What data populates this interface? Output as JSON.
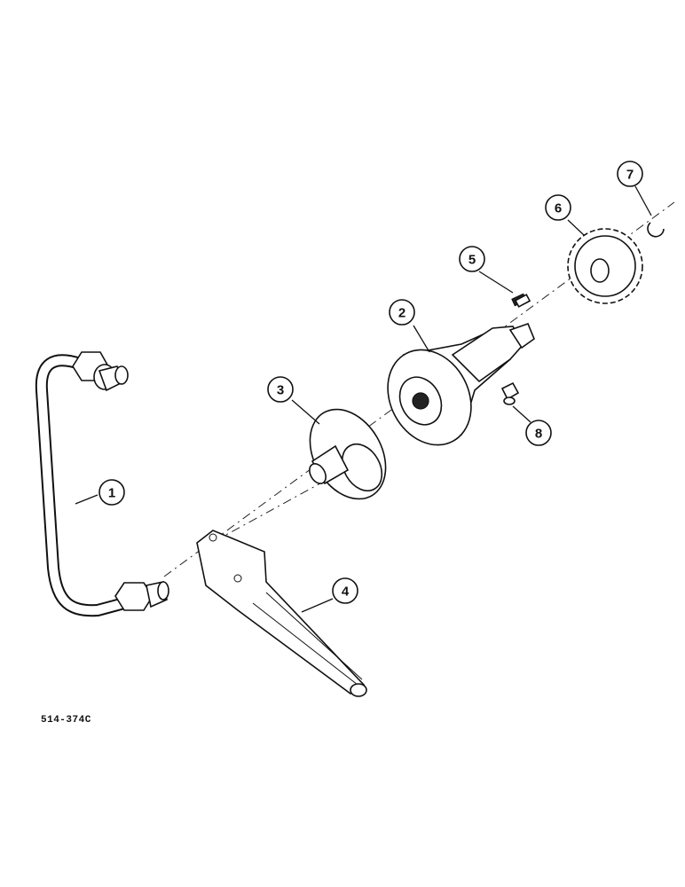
{
  "reference_code": "514-374C",
  "callouts": [
    {
      "label": "1",
      "part": "tube"
    },
    {
      "label": "2",
      "part": "housing"
    },
    {
      "label": "3",
      "part": "flange-fitting"
    },
    {
      "label": "4",
      "part": "lever-arm"
    },
    {
      "label": "5",
      "part": "key"
    },
    {
      "label": "6",
      "part": "gear"
    },
    {
      "label": "7",
      "part": "snap-ring"
    },
    {
      "label": "8",
      "part": "grease-fitting"
    }
  ]
}
